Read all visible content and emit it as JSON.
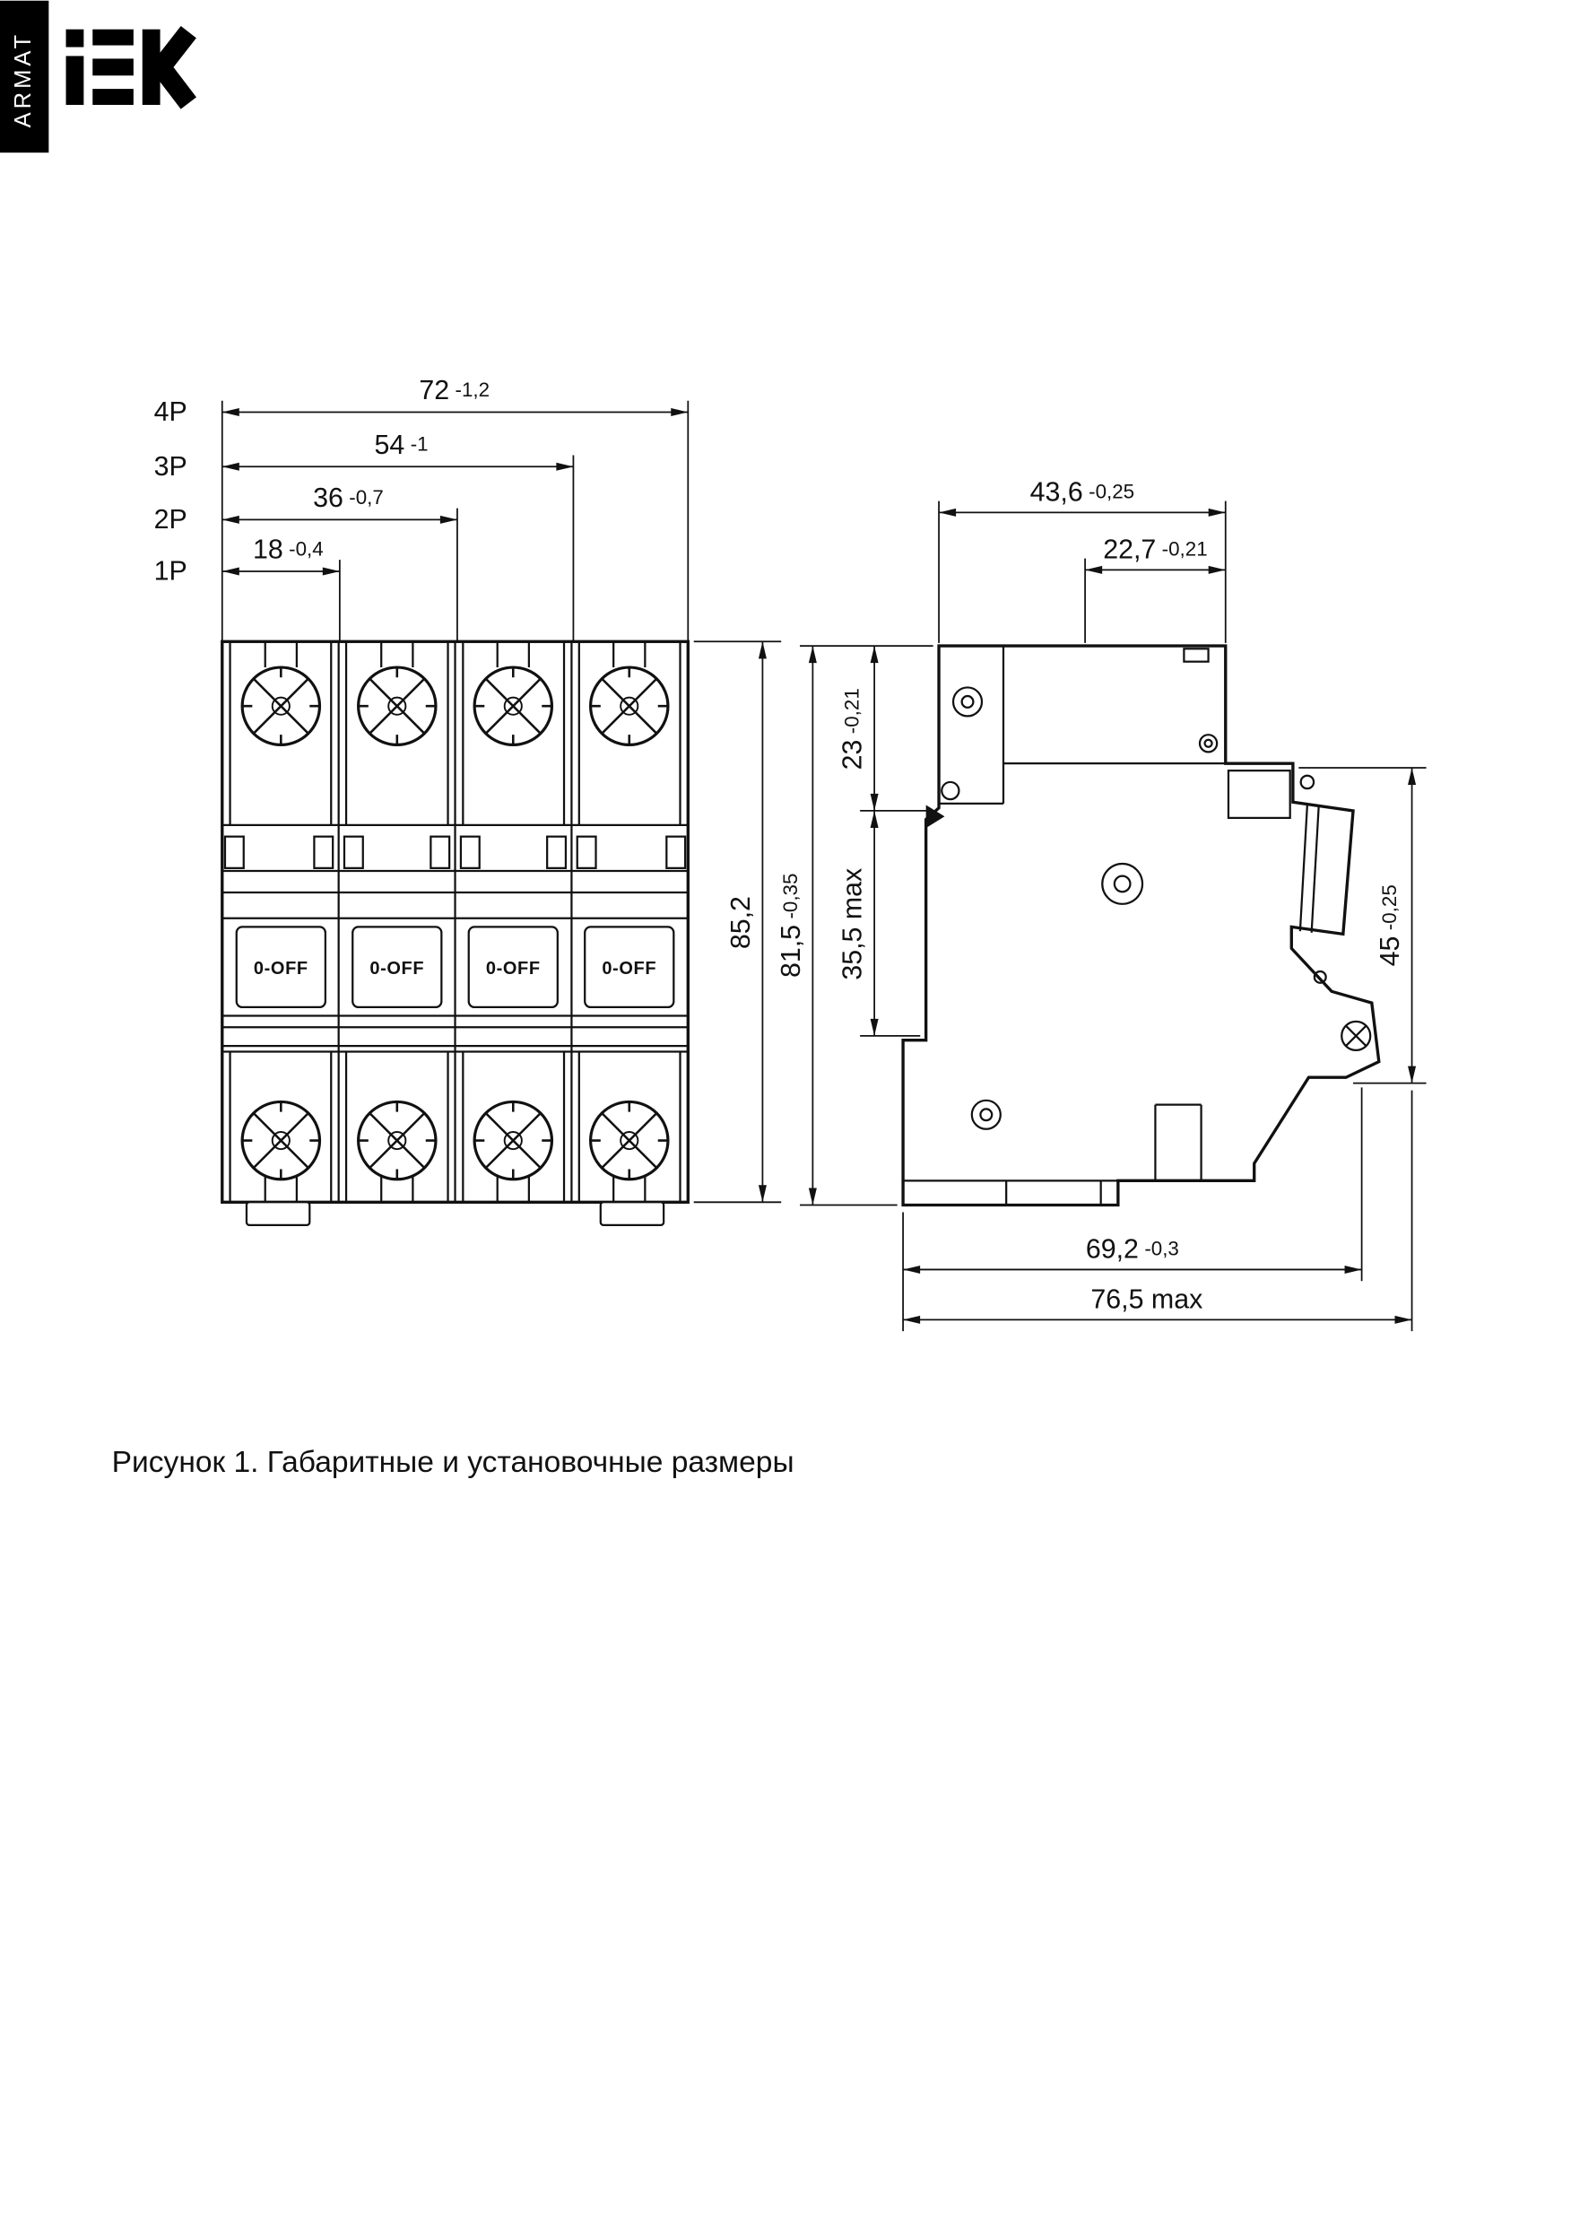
{
  "brand": {
    "series_vertical_label": "ARMAT",
    "logo_text": "IEK",
    "brand_black": "#000000"
  },
  "ink_color": "#111111",
  "figure": {
    "caption": "Рисунок 1. Габаритные и установочные размеры"
  },
  "front_view": {
    "pole_dims": [
      {
        "label": "4P",
        "value": "72",
        "tol": "-1,2"
      },
      {
        "label": "3P",
        "value": "54",
        "tol": "-1"
      },
      {
        "label": "2P",
        "value": "36",
        "tol": "-0,7"
      },
      {
        "label": "1P",
        "value": "18",
        "tol": "-0,4"
      }
    ],
    "height": {
      "value": "85,2"
    },
    "toggle_label": "0-OFF"
  },
  "side_view": {
    "top_width": {
      "value": "43,6",
      "tol": "-0,25"
    },
    "top_inner_width": {
      "value": "22,7",
      "tol": "-0,21"
    },
    "upper_section_height": {
      "value": "23",
      "tol": "-0,21"
    },
    "body_height": {
      "value": "81,5",
      "tol": "-0,35"
    },
    "middle_section_height": {
      "value": "35,5 max"
    },
    "front_height": {
      "value": "45",
      "tol": "-0,25"
    },
    "depth": {
      "value": "69,2",
      "tol": "-0,3"
    },
    "max_depth": {
      "value": "76,5 max"
    }
  }
}
